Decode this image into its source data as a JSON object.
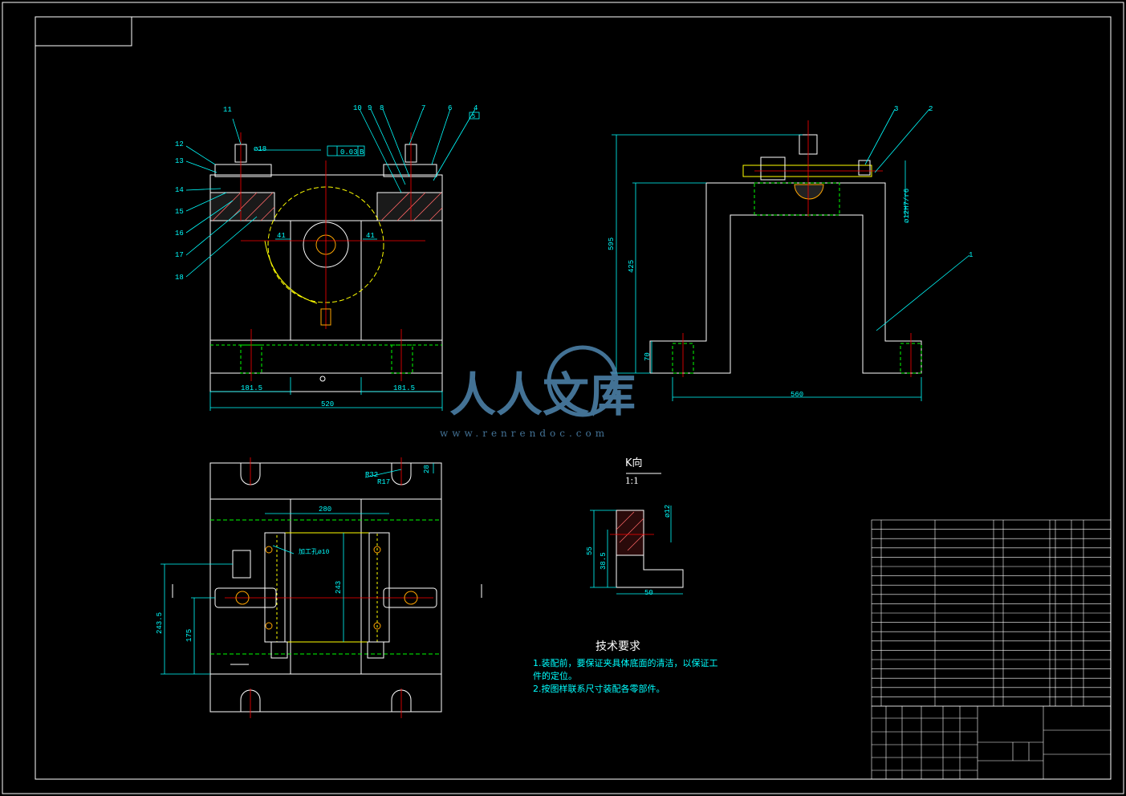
{
  "view_labels": {
    "k_view": "K向",
    "k_scale": "1:1"
  },
  "balloons": {
    "front_left": [
      "11",
      "12",
      "13",
      "14",
      "15",
      "16",
      "17",
      "18"
    ],
    "front_right": [
      "10",
      "9",
      "8",
      "7",
      "6",
      "4",
      "5"
    ],
    "side": [
      "3",
      "2",
      "1"
    ]
  },
  "dimensions": {
    "front_dia_left": "ø18",
    "front_tol": "0.03",
    "front_tol_ref": "B",
    "front_gap_left": "41",
    "front_gap_right": "41",
    "front_base_left": "181.5",
    "front_base_right": "181.5",
    "front_total": "520",
    "side_height_total": "595",
    "side_height_mid": "425",
    "side_height_base": "70",
    "side_width": "560",
    "side_fit": "ø12H7/r6",
    "plan_width": "280",
    "plan_height": "243",
    "plan_left_total": "243.5",
    "plan_left_part": "175",
    "plan_radius_1": "R32",
    "plan_radius_2": "R17",
    "plan_edge": "28",
    "plan_note": "加工孔ø10",
    "k_dia": "ø12",
    "k_h1": "55",
    "k_h2": "38.5",
    "k_w": "50"
  },
  "tech_requirements": {
    "title": "技术要求",
    "lines": [
      "1.装配前，要保证夹具体底面的清洁，以保证工",
      "  件的定位。",
      "2.按图样联系尺寸装配各零部件。"
    ]
  },
  "watermark": {
    "text": "人人文库",
    "url": "www.renrendoc.com"
  },
  "colors": {
    "background": "#000000",
    "outline": "#ffffff",
    "dimension": "#00ffff",
    "centerline": "#ff0000",
    "hidden": "#00ff00",
    "section": "#ffff00",
    "hole": "#ffa500",
    "watermark": "#4f86b0"
  }
}
